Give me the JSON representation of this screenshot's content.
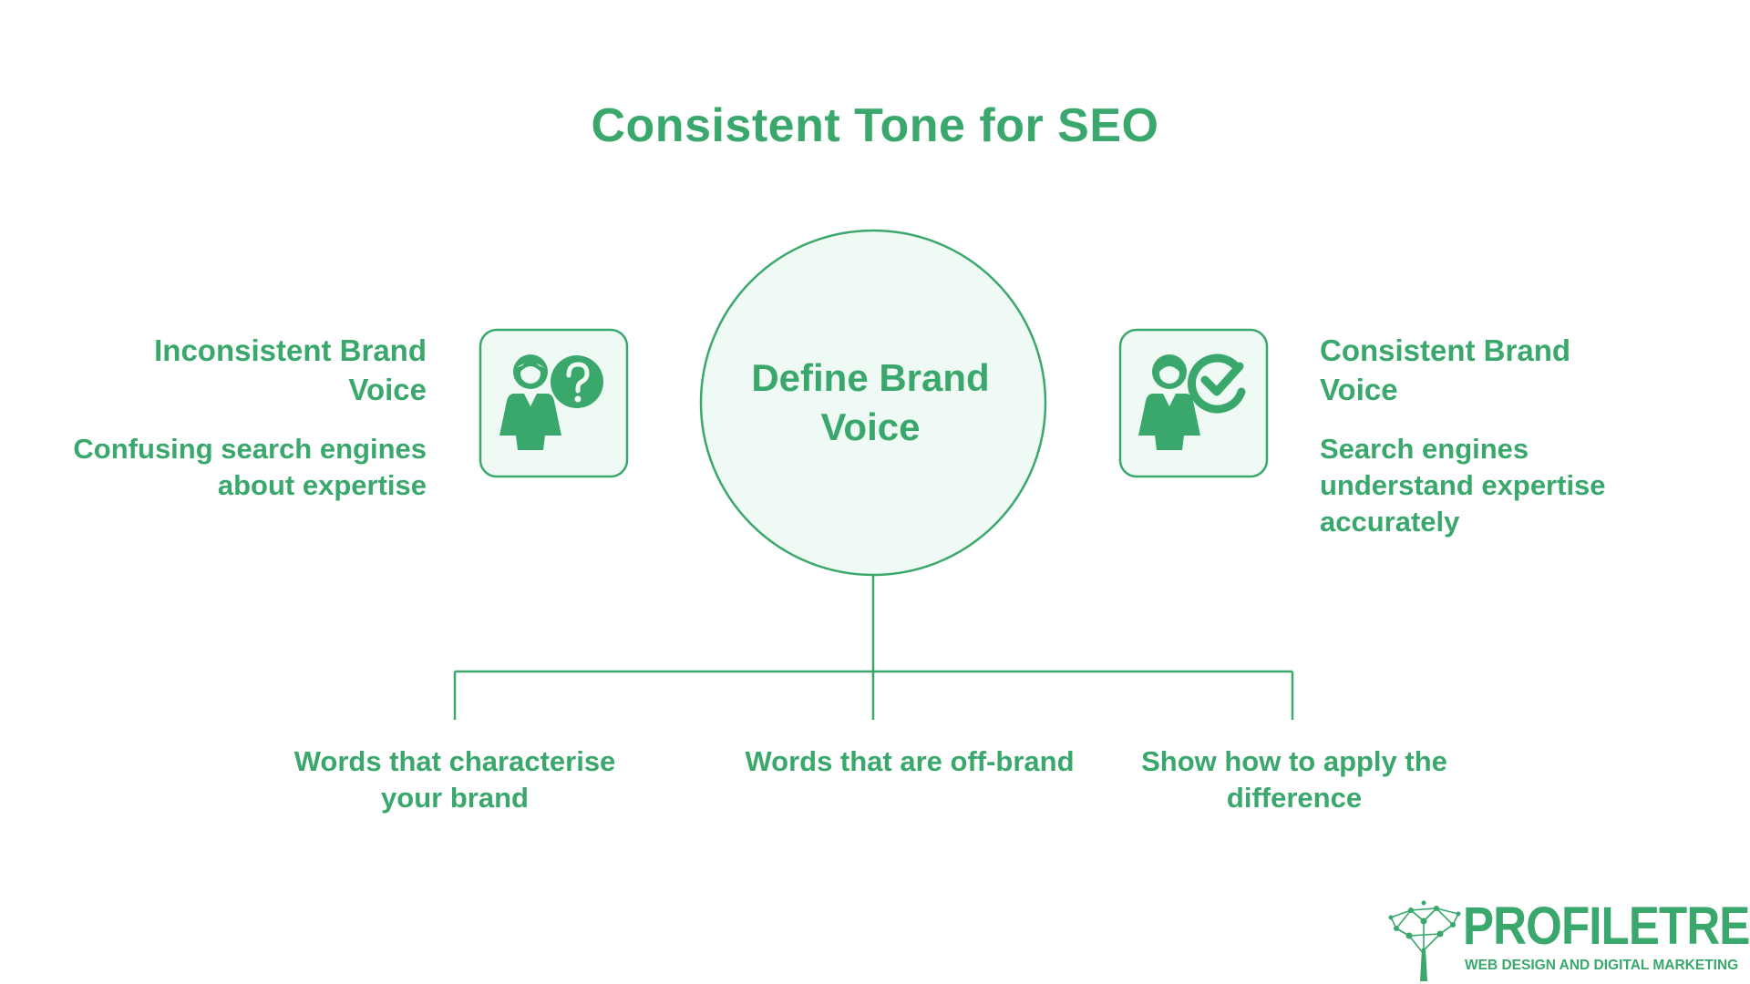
{
  "title": "Consistent Tone for SEO",
  "colors": {
    "accent": "#3aa86c",
    "circle_fill": "#eefaf3",
    "box_fill": "#eefaf3"
  },
  "center": {
    "label": "Define Brand Voice"
  },
  "left": {
    "title": "Inconsistent Brand Voice",
    "description": "Confusing search engines about expertise",
    "icon": "person-question-icon"
  },
  "right": {
    "title": "Consistent Brand Voice",
    "description": "Search engines understand expertise accurately",
    "icon": "person-check-icon"
  },
  "branches": [
    {
      "label": "Words that characterise your brand"
    },
    {
      "label": "Words that are off-brand"
    },
    {
      "label": "Show how to apply the difference"
    }
  ],
  "logo": {
    "name": "PROFILETREE",
    "tagline": "WEB DESIGN AND DIGITAL MARKETING",
    "icon": "tree-network-icon"
  }
}
